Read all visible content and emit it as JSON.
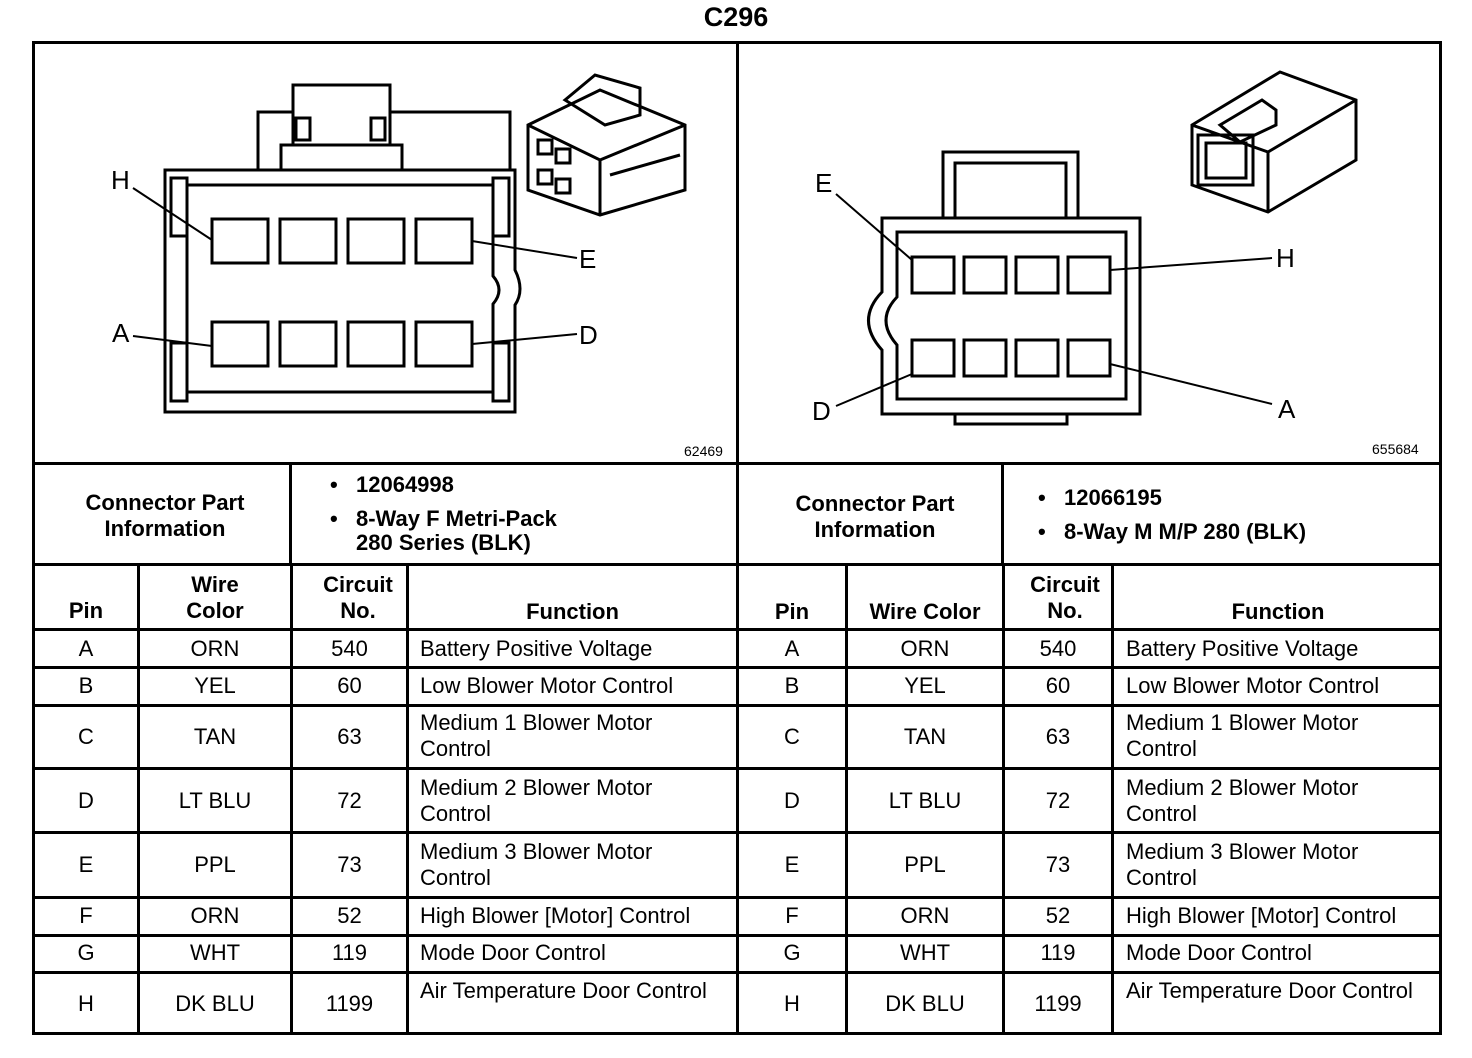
{
  "title": "C296",
  "left": {
    "figure_number": "62469",
    "pin_labels": {
      "H": "H",
      "E": "E",
      "A": "A",
      "D": "D"
    },
    "connector_label": "Connector Part Information",
    "part_info": [
      "12064998",
      "8-Way F Metri-Pack 280 Series (BLK)"
    ],
    "headers": {
      "pin": "Pin",
      "wire": "Wire Color",
      "circuit": "Circuit No.",
      "function": "Function"
    }
  },
  "right": {
    "figure_number": "655684",
    "pin_labels": {
      "E": "E",
      "H": "H",
      "D": "D",
      "A": "A"
    },
    "connector_label": "Connector Part Information",
    "part_info": [
      "12066195",
      "8-Way M M/P 280 (BLK)"
    ],
    "headers": {
      "pin": "Pin",
      "wire": "Wire Color",
      "circuit": "Circuit No.",
      "function": "Function"
    }
  },
  "bullet": "•",
  "rows": [
    {
      "pin": "A",
      "wire": "ORN",
      "circuit": "540",
      "function": "Battery Positive Voltage"
    },
    {
      "pin": "B",
      "wire": "YEL",
      "circuit": "60",
      "function": "Low Blower Motor Control"
    },
    {
      "pin": "C",
      "wire": "TAN",
      "circuit": "63",
      "function": "Medium 1 Blower Motor Control"
    },
    {
      "pin": "D",
      "wire": "LT BLU",
      "circuit": "72",
      "function": "Medium 2 Blower Motor Control"
    },
    {
      "pin": "E",
      "wire": "PPL",
      "circuit": "73",
      "function": "Medium 3 Blower Motor Control"
    },
    {
      "pin": "F",
      "wire": "ORN",
      "circuit": "52",
      "function": "High Blower [Motor] Control"
    },
    {
      "pin": "G",
      "wire": "WHT",
      "circuit": "119",
      "function": "Mode Door Control"
    },
    {
      "pin": "H",
      "wire": "DK BLU",
      "circuit": "1199",
      "function": "Air Temperature Door Control"
    }
  ]
}
